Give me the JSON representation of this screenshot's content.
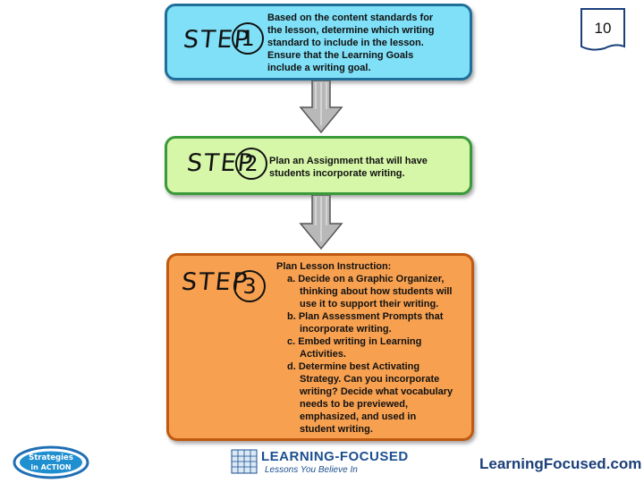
{
  "slide_number": "10",
  "steps": [
    {
      "word": "STEP",
      "number": "1",
      "lines": [
        "Based on the content standards for",
        "the lesson, determine which writing",
        "standard to include in the lesson.",
        "Ensure that the Learning Goals",
        "include a writing goal."
      ]
    },
    {
      "word": "STEP",
      "number": "2",
      "lines": [
        "Plan an Assignment that will have",
        "students incorporate writing."
      ]
    },
    {
      "word": "STEP",
      "number": "3",
      "lines": [
        "Plan Lesson Instruction:",
        "a. Decide on a Graphic Organizer,",
        "thinking about how students will",
        "use it to support their writing.",
        "b. Plan Assessment Prompts that",
        "incorporate writing.",
        "c. Embed writing in Learning",
        "Activities.",
        "d. Determine best Activating",
        "Strategy. Can you incorporate",
        "writing? Decide what vocabulary",
        "needs to be previewed,",
        "emphasized, and used in",
        "student writing."
      ]
    }
  ],
  "footer": {
    "sia_logo_text": "Strategies in ACTION",
    "lf_brand": "LEARNING-FOCUSED",
    "lf_tagline": "Lessons You Believe In",
    "website": "LearningFocused.com"
  }
}
